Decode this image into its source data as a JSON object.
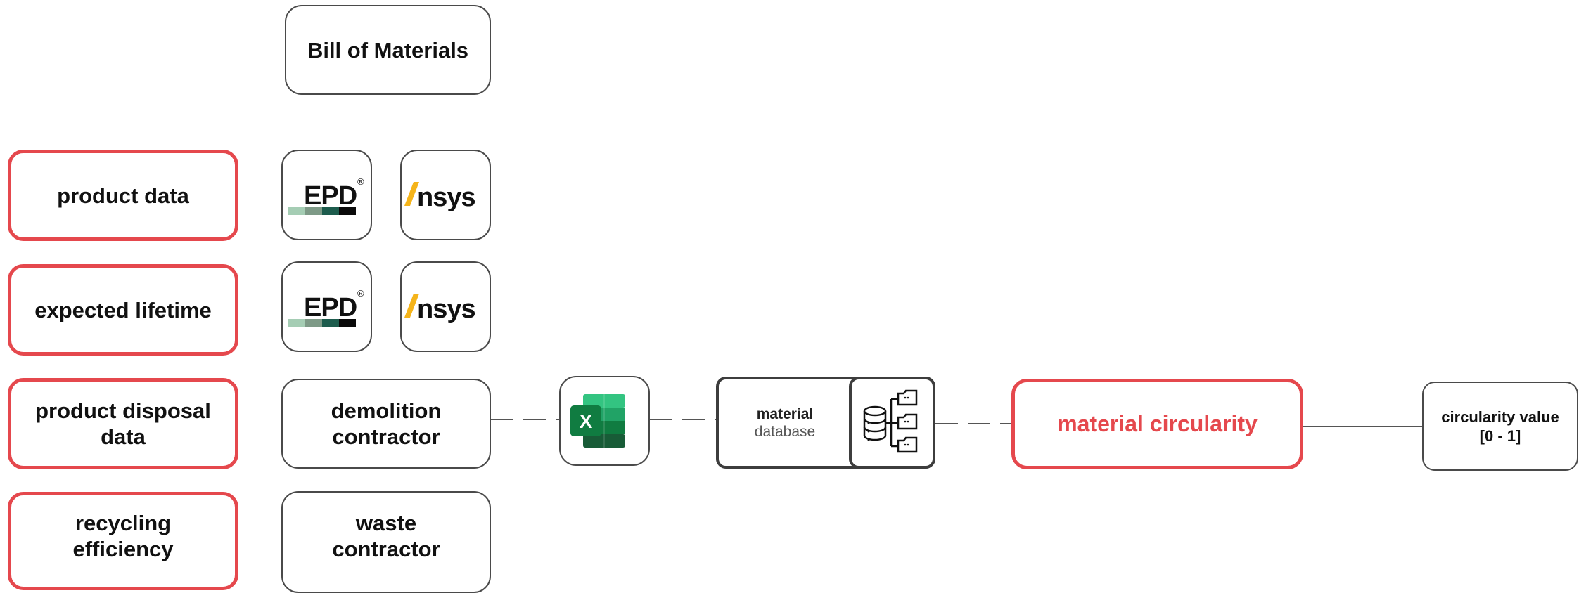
{
  "source_boxes": {
    "bill_of_materials": "Bill of Materials",
    "demolition_contractor": "demolition contractor",
    "waste_contractor": "waste contractor"
  },
  "data_categories": [
    {
      "label": "product data"
    },
    {
      "label": "expected lifetime"
    },
    {
      "label": "product disposal data"
    },
    {
      "label": "recycling efficiency"
    }
  ],
  "logos": {
    "epd": "EPD",
    "epd_mark": "®",
    "ansys": "nsys",
    "excel": "X"
  },
  "database": {
    "title": "material",
    "subtitle": "database"
  },
  "result": {
    "label": "material circularity",
    "output_title": "circularity value",
    "output_range": "[0 - 1]"
  },
  "colors": {
    "accent_red": "#e5484d",
    "border_grey": "#4a4a4a",
    "ansys_yellow": "#f5b41a",
    "excel_green": "#1f7a44"
  }
}
